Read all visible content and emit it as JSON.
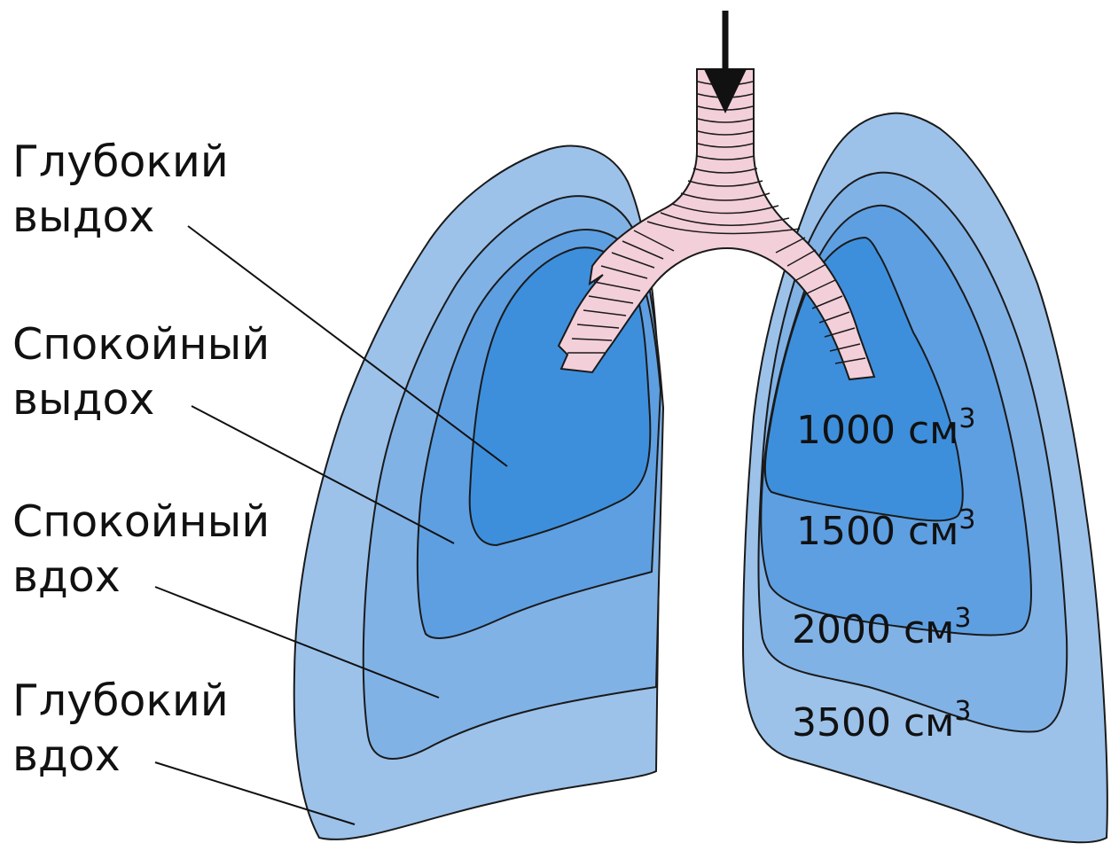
{
  "labels": [
    {
      "line1": "Глубокий",
      "line2": "выдох"
    },
    {
      "line1": "Спокойный",
      "line2": "выдох"
    },
    {
      "line1": "Спокойный",
      "line2": "вдох"
    },
    {
      "line1": "Глубокий",
      "line2": "вдох"
    }
  ],
  "volumes": [
    {
      "value": "1000",
      "unit": "см",
      "sup": "3"
    },
    {
      "value": "1500",
      "unit": "см",
      "sup": "3"
    },
    {
      "value": "2000",
      "unit": "см",
      "sup": "3"
    },
    {
      "value": "3500",
      "unit": "см",
      "sup": "3"
    }
  ],
  "colors": {
    "deep_inhale": "#9cc2ea",
    "calm_inhale": "#81b2e6",
    "calm_exhale": "#5e9fe2",
    "deep_exhale": "#3d8fdc",
    "trachea": "#f3cfd9",
    "outline": "#1a1a1a"
  }
}
